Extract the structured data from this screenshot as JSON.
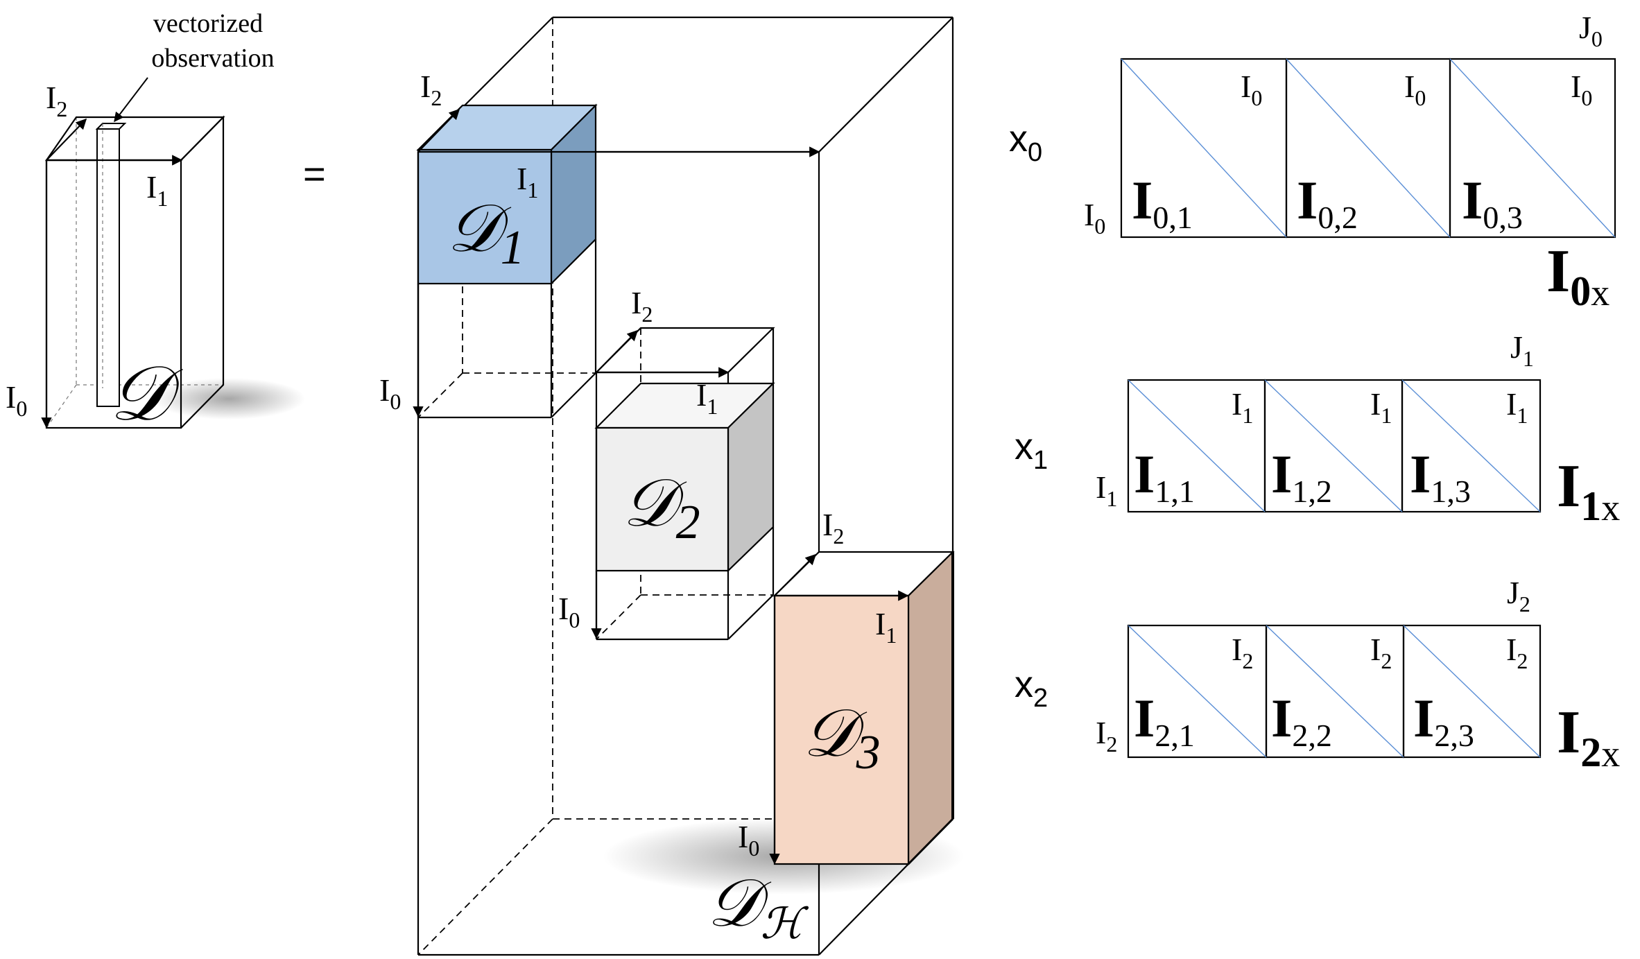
{
  "labels": {
    "vectorized_line1": "vectorized",
    "vectorized_line2": "observation",
    "equals": "=",
    "I": "I",
    "J": "J",
    "sub0": "0",
    "sub1": "1",
    "sub2": "2",
    "x": "x",
    "calD": "𝒟",
    "calH": "ℋ",
    "d1": "1",
    "d2": "2",
    "d3": "3",
    "b01": "0,1",
    "b02": "0,2",
    "b03": "0,3",
    "b11": "1,1",
    "b12": "1,2",
    "b13": "1,3",
    "b21": "2,1",
    "b22": "2,2",
    "b23": "2,3",
    "m0": "0",
    "m1": "1",
    "m2": "2",
    "mx": "x"
  },
  "colors": {
    "d1_front": "#a9c6e6",
    "d1_side": "#7b9dbe",
    "d1_top": "#b7d1ec",
    "d2_front": "#efefef",
    "d2_side": "#c4c4c4",
    "d2_top": "#f6f6f6",
    "d3_front": "#f6d7c5",
    "d3_side": "#c9ad9c",
    "diag_line": "#5b8fd6"
  }
}
